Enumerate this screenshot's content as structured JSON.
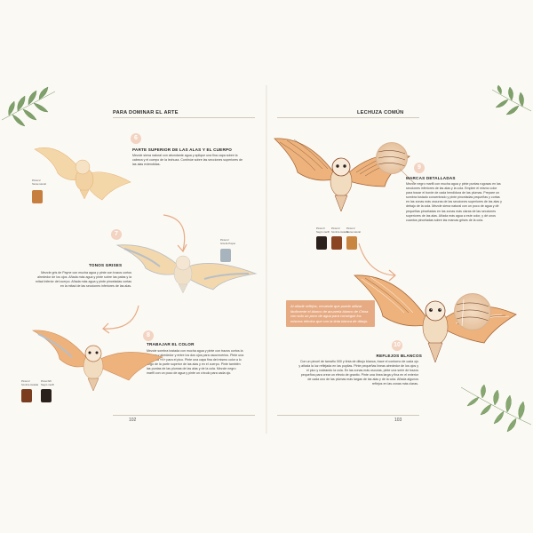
{
  "left_page": {
    "running_head": "PARA DOMINAR EL ARTE",
    "folio": "102",
    "steps": [
      {
        "number": "6",
        "title": "PARTE SUPERIOR DE LAS ALAS Y EL CUERPO",
        "body": "Mezcle siena natural con abundante agua y aplique una fina capa sobre la cabeza y el cuerpo de la lechuza. Continúe sobre las secciones superiores de las alas extendidas.",
        "swatches": [
          {
            "name": "Pincel 2",
            "sub": "Siena natural",
            "color": "#c77f3f"
          }
        ]
      },
      {
        "number": "7",
        "title": "TONOS GRISES",
        "body": "Mezcle gris de Payne con mucha agua y pinte con trazos cortos alrededor de los ojos. Añada más agua y pinte sobre las patas y la mitad inferior del cuerpo. Añada más agua y pinte pinceladas cortas en la mitad de las secciones inferiores de las alas.",
        "swatches": [
          {
            "name": "Pincel 2",
            "sub": "Gris de Payne",
            "color": "#a7b3bd"
          }
        ]
      },
      {
        "number": "8",
        "title": "TRABAJAR EL COLOR",
        "body": "Mezcle sombra tostada con mucha agua y pinte con trazos cortos la cabeza y alrededor y entre los dos ojos para oscurecerlos. Pinte una pequeña «V» para el pico. Pinte una capa fina del mismo color a lo largo de la parte superior de las alas y en el cuerpo. Pinte también las puntas de las plumas de las alas y de la cola. Mezcle negro marfil con un poco de agua y pinte un círculo para cada ojo.",
        "swatches": [
          {
            "name": "Pincel 2",
            "sub": "Sombra tostada",
            "color": "#7a3d1f"
          },
          {
            "name": "Pincel 6/0",
            "sub": "Negro marfil",
            "color": "#2b211c"
          }
        ]
      }
    ]
  },
  "right_page": {
    "running_head": "LECHUZA COMÚN",
    "folio": "103",
    "steps": [
      {
        "number": "9",
        "title": "MARCAS DETALLADAS",
        "body": "Mezcle negro marfil con mucha agua y pinte puntas rugosas en las secciones inferiores de las alas y la cola. Emplee el mismo color para trazar el borde de cada hendidura de las plumas. Prepare un sombra tostado concentrado y pinte pinceladas pequeñas y cortas en las zonas más oscuras de las secciones superiores de las alas y debajo de la cola. Mezcle siena natural con un poco de agua y dé pequeñas pinceladas en las zonas más claras de las secciones superiores de las alas. Añada más agua a este color, y dé unos cuantos pinceladas sobre las marcas grises de la cola.",
        "swatches": [
          {
            "name": "Pincel 0",
            "sub": "Negro marfil",
            "color": "#2b211c"
          },
          {
            "name": "Pincel 2",
            "sub": "Sombra tostada",
            "color": "#8a4623"
          },
          {
            "name": "Pincel 2",
            "sub": "Siena natural",
            "color": "#c98640"
          }
        ]
      },
      {
        "number": "10",
        "title": "REFLEJOS BLANCOS",
        "body": "Con un pincel de tamaño 000 y tinta de dibujo blanca, trace el contorno de cada ojo y añada la luz reflejada en las pupilas. Pinte pequeñas líneas alrededor de los ojos y el pico y rodeando la cola. En las zonas más oscuras, pinte una serie de trazos pequeños para crear un efecto de granito. Pinte una línea larga y fina en el exterior de cada uno de las plumas más largas de las alas y de la cola. Añada algunos reflejos en las zonas más claras."
      }
    ],
    "tip": "Al añadir reflejos, recuerde que puede utilizar fácilmente el blanco de acuarela blanco de China con solo un poco de agua para conseguir los mismos efectos que con la tinta blanca de dibujo."
  },
  "colors": {
    "accent": "#e7ab84",
    "number_badge": "#f3d3c1",
    "leaf": "#7fa06a",
    "paper": "#fbf9f4"
  }
}
